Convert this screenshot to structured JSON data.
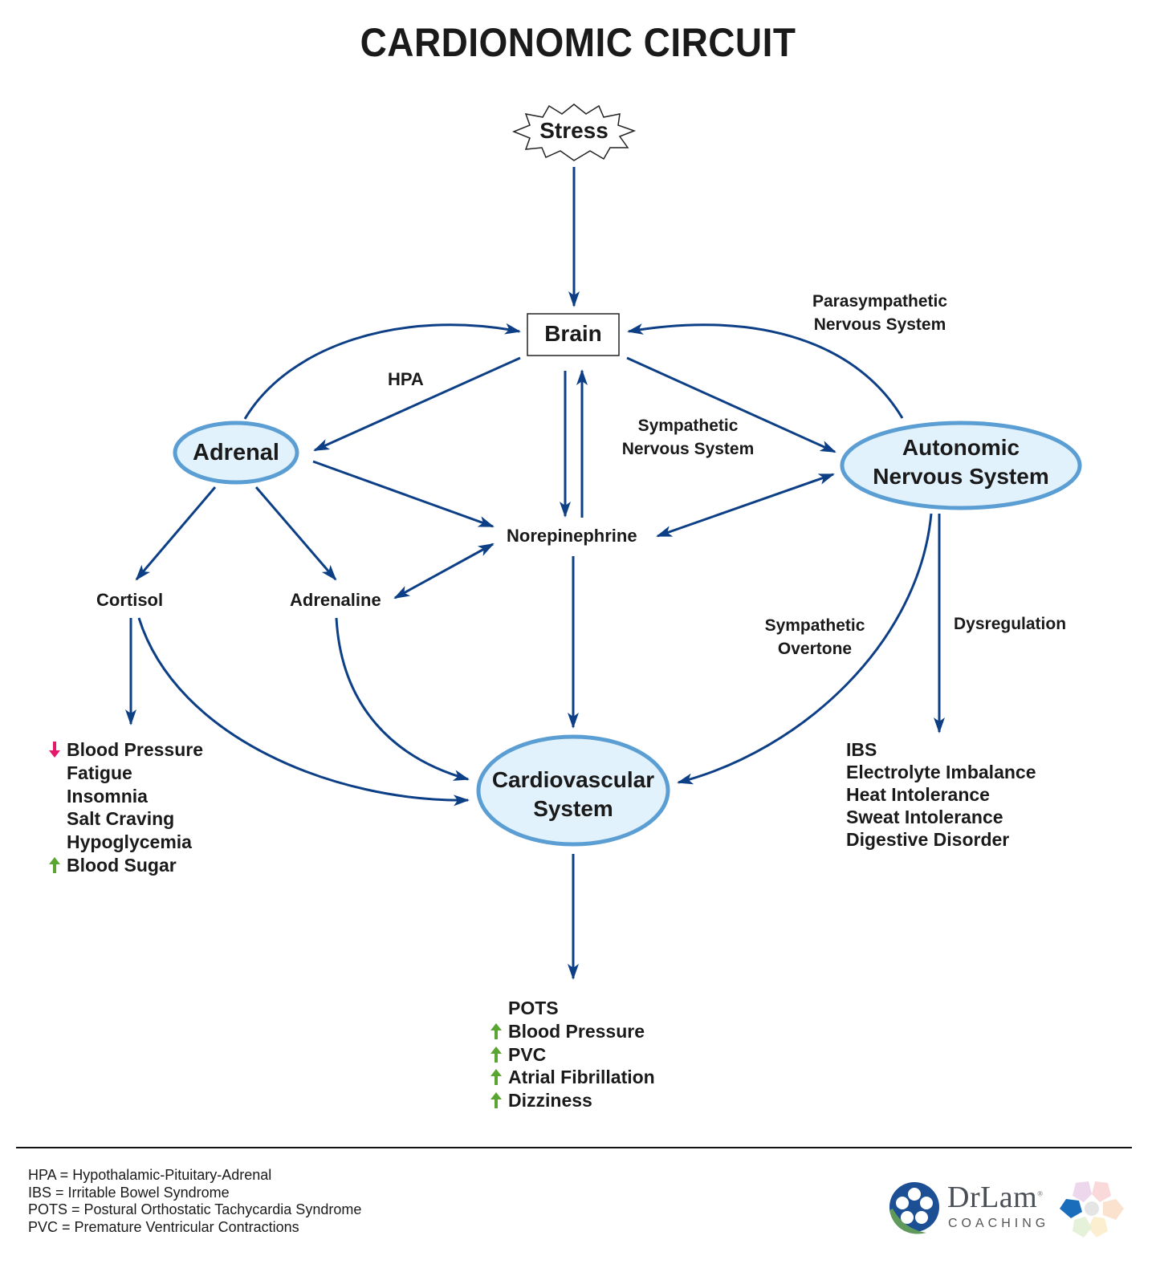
{
  "title": "CARDIONOMIC CIRCUIT",
  "nodes": {
    "stress": "Stress",
    "brain": "Brain",
    "adrenal": "Adrenal",
    "autonomic_line1": "Autonomic",
    "autonomic_line2": "Nervous System",
    "norepinephrine": "Norepinephrine",
    "cortisol": "Cortisol",
    "adrenaline": "Adrenaline",
    "cardio_line1": "Cardiovascular",
    "cardio_line2": "System"
  },
  "edge_labels": {
    "hpa": "HPA",
    "parasympathetic_line1": "Parasympathetic",
    "parasympathetic_line2": "Nervous System",
    "sympathetic_line1": "Sympathetic",
    "sympathetic_line2": "Nervous System",
    "overtone_line1": "Sympathetic",
    "overtone_line2": "Overtone",
    "dysregulation": "Dysregulation"
  },
  "cortisol_effects": [
    {
      "text": "Blood Pressure",
      "indicator": "down"
    },
    {
      "text": "Fatigue",
      "indicator": "none"
    },
    {
      "text": "Insomnia",
      "indicator": "none"
    },
    {
      "text": "Salt Craving",
      "indicator": "none"
    },
    {
      "text": "Hypoglycemia",
      "indicator": "none"
    },
    {
      "text": "Blood Sugar",
      "indicator": "up"
    }
  ],
  "cardio_effects": [
    {
      "text": "POTS",
      "indicator": "none"
    },
    {
      "text": "Blood Pressure",
      "indicator": "up"
    },
    {
      "text": "PVC",
      "indicator": "up"
    },
    {
      "text": "Atrial Fibrillation",
      "indicator": "up"
    },
    {
      "text": "Dizziness",
      "indicator": "up"
    }
  ],
  "dysregulation_effects": [
    {
      "text": "IBS"
    },
    {
      "text": "Electrolyte Imbalance"
    },
    {
      "text": "Heat Intolerance"
    },
    {
      "text": "Sweat Intolerance"
    },
    {
      "text": "Digestive Disorder"
    }
  ],
  "legend": [
    "HPA = Hypothalamic-Pituitary-Adrenal",
    "IBS = Irritable Bowel Syndrome",
    "POTS = Postural Orthostatic Tachycardia Syndrome",
    "PVC = Premature Ventricular Contractions"
  ],
  "logo": {
    "name": "DrLam",
    "registered": "®",
    "sub": "COACHING"
  },
  "colors": {
    "arrow": "#0d3f86",
    "node_fill": "#e2f2fc",
    "node_stroke": "#5b9ed3",
    "up_indicator": "#5aa532",
    "down_indicator": "#e5186c"
  }
}
